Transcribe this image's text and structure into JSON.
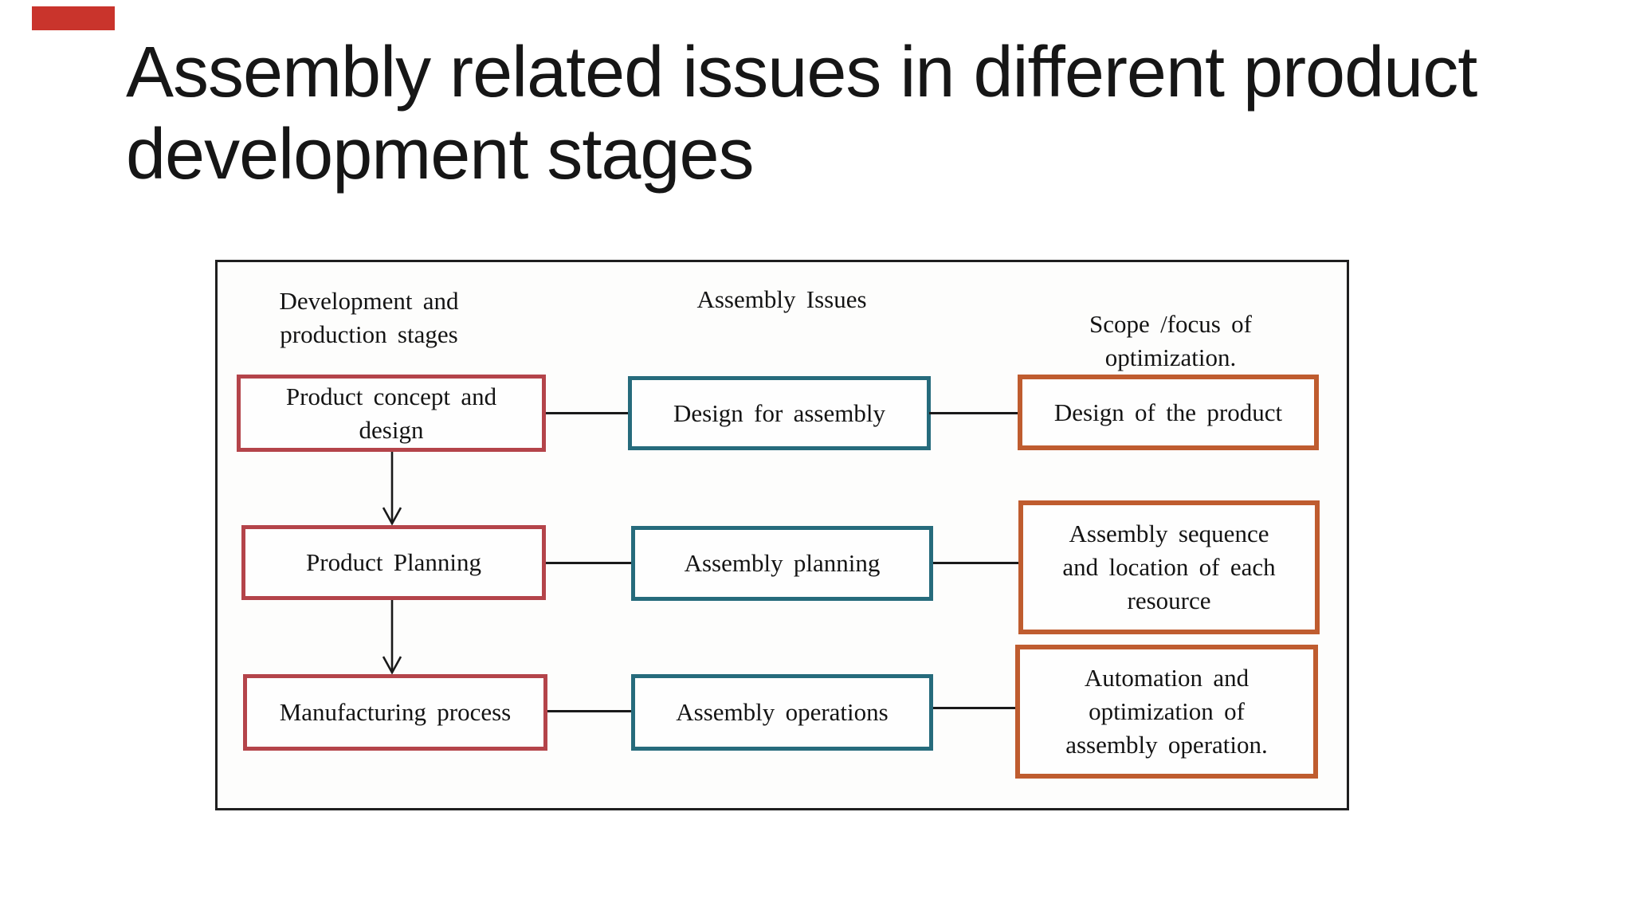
{
  "slide": {
    "title": "Assembly related issues in different product\ndevelopment stages",
    "accent_color": "#c9342c"
  },
  "diagram": {
    "frame_border_color": "#1f1f1f",
    "connector_color": "#1a1a1a",
    "columns": [
      {
        "header": "Development and\nproduction stages",
        "box_color": "#b4444a",
        "boxes": [
          "Product concept and\ndesign",
          "Product Planning",
          "Manufacturing process"
        ]
      },
      {
        "header": "Assembly Issues",
        "box_color": "#266b7c",
        "boxes": [
          "Design for assembly",
          "Assembly planning",
          "Assembly operations"
        ]
      },
      {
        "header": "Scope /focus of\noptimization.",
        "box_color": "#bf5c2f",
        "boxes": [
          "Design of the product",
          "Assembly sequence\nand location of each\nresource",
          "Automation and\noptimization of\nassembly operation."
        ]
      }
    ]
  }
}
